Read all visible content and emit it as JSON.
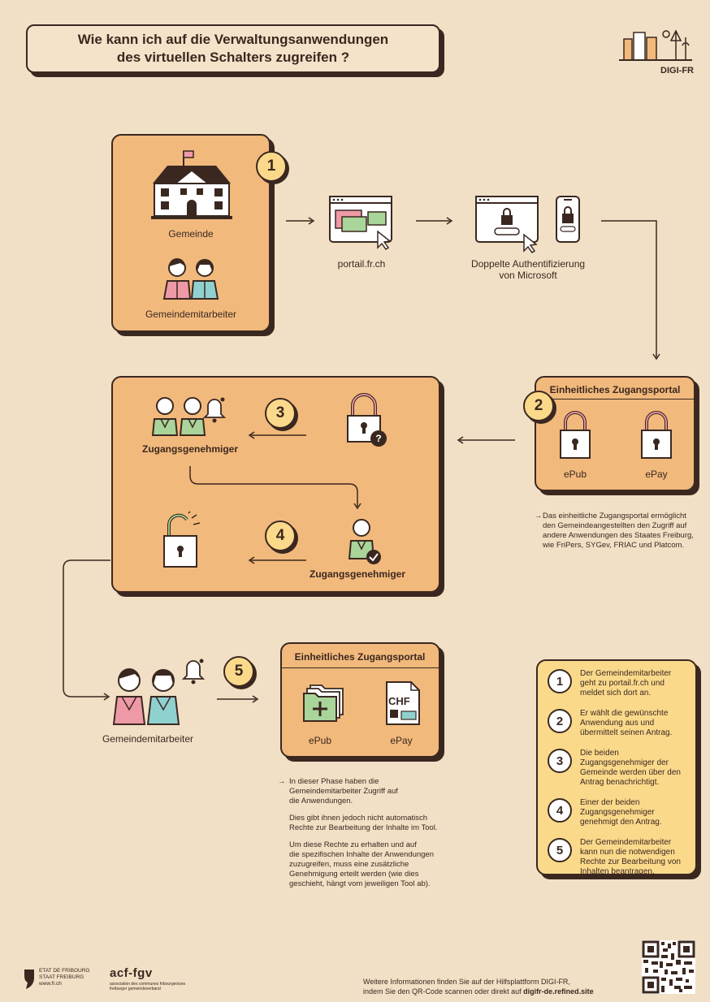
{
  "title": {
    "line1": "Wie kann ich auf die Verwaltungsanwendungen",
    "line2": "des virtuellen Schalters zugreifen ?"
  },
  "brand": {
    "name": "DIGI-FR"
  },
  "step1": {
    "number": "1",
    "gemeinde_label": "Gemeinde",
    "employee_label": "Gemeindemitarbeiter",
    "portal_label": "portail.fr.ch",
    "auth_label_line1": "Doppelte Authentifizierung",
    "auth_label_line2": "von Microsoft"
  },
  "step2": {
    "number": "2",
    "header": "Einheitliches Zugangsportal",
    "app1": "ePub",
    "app2": "ePay",
    "note_lines": [
      "Das einheitliche Zugangsportal ermöglicht",
      "den Gemeindeangestellten den Zugriff auf",
      "andere Anwendungen des Staates Freiburg,",
      "wie FriPers, SYGev, FRIAC und Platcom."
    ]
  },
  "step3": {
    "number": "3",
    "label": "Zugangsgenehmiger"
  },
  "step4": {
    "number": "4",
    "label": "Zugangsgenehmiger"
  },
  "step5": {
    "number": "5",
    "employee_label": "Gemeindemitarbeiter",
    "header": "Einheitliches Zugangsportal",
    "app1": "ePub",
    "app2": "ePay",
    "chf": "CHF",
    "note_lines1": [
      "In dieser Phase haben die",
      "Gemeindemitarbeiter Zugriff auf",
      "die Anwendungen."
    ],
    "note_lines2": [
      "Dies gibt ihnen jedoch nicht automatisch",
      "Rechte zur Bearbeitung der Inhalte im Tool."
    ],
    "note_lines3": [
      "Um diese Rechte zu erhalten und auf",
      "die spezifischen Inhalte der Anwendungen",
      "zuzugreifen, muss eine zusätzliche",
      "Genehmigung erteilt werden (wie dies",
      "geschieht, hängt vom jeweiligen Tool ab)."
    ]
  },
  "summary": [
    {
      "number": "1",
      "lines": [
        "Der Gemeindemitarbeiter",
        "geht zu portail.fr.ch und",
        "meldet sich dort an."
      ]
    },
    {
      "number": "2",
      "lines": [
        "Er wählt die gewünschte",
        "Anwendung aus und",
        "übermittelt seinen Antrag."
      ]
    },
    {
      "number": "3",
      "lines": [
        "Die beiden",
        "Zugangsgenehmiger der",
        "Gemeinde werden über den",
        "Antrag benachrichtigt."
      ]
    },
    {
      "number": "4",
      "lines": [
        "Einer der beiden",
        "Zugangsgenehmiger",
        "genehmigt den Antrag."
      ]
    },
    {
      "number": "5",
      "lines": [
        "Der Gemeindemitarbeiter",
        "kann nun die notwendigen",
        "Rechte zur Bearbeitung von",
        "Inhalten beantragen."
      ]
    }
  ],
  "footer": {
    "etat_line1": "ETAT DE FRIBOURG",
    "etat_line2": "STAAT FREIBURG",
    "etat_url": "www.fr.ch",
    "acf_logo": "acf-fgv",
    "acf_line1": "association des communes fribourgeoises",
    "acf_line2": "freiburger gemeindeverband",
    "info_line1": "Weitere Informationen finden Sie auf der Hilfsplattform DIGI-FR,",
    "info_line2_prefix": "indem Sie den QR-Code scannen oder direkt auf ",
    "info_link": "digifr-de.refined.site"
  },
  "colors": {
    "background": "#f1e0c5",
    "card": "#f2b97c",
    "summary_card": "#fbd98b",
    "outline": "#3a2820",
    "pink": "#ee9aa6",
    "teal": "#8fd1cf",
    "green": "#a9d49a"
  }
}
